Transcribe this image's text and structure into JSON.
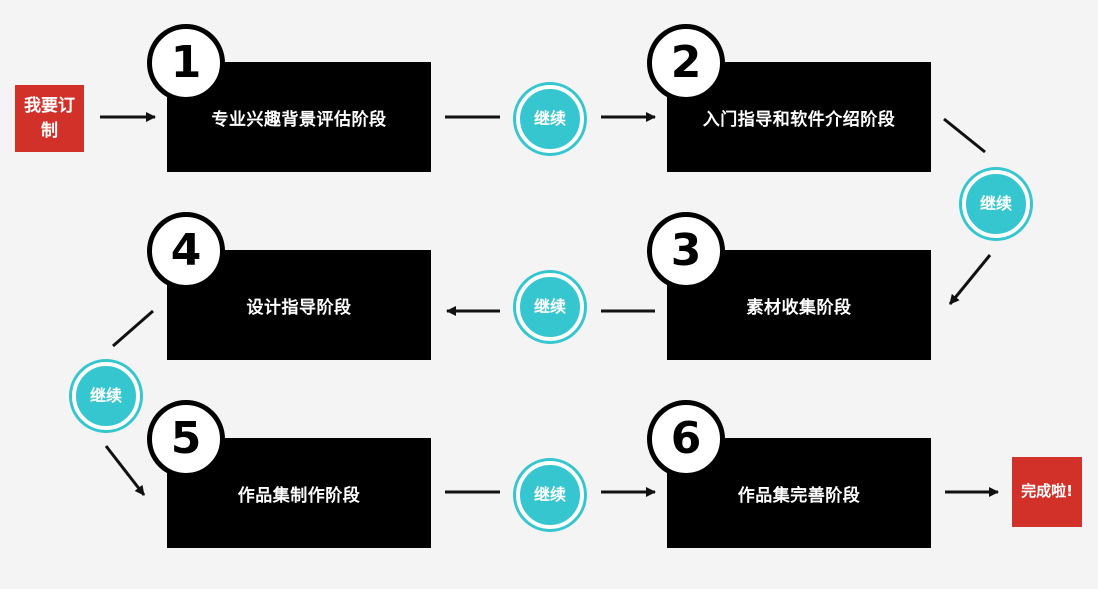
{
  "start_label": "我要订制",
  "end_label": "完成啦!",
  "continue_label": "继续",
  "steps": [
    {
      "number": "1",
      "label": "专业兴趣背景评估阶段"
    },
    {
      "number": "2",
      "label": "入门指导和软件介绍阶段"
    },
    {
      "number": "3",
      "label": "素材收集阶段"
    },
    {
      "number": "4",
      "label": "设计指导阶段"
    },
    {
      "number": "5",
      "label": "作品集制作阶段"
    },
    {
      "number": "6",
      "label": "作品集完善阶段"
    }
  ]
}
